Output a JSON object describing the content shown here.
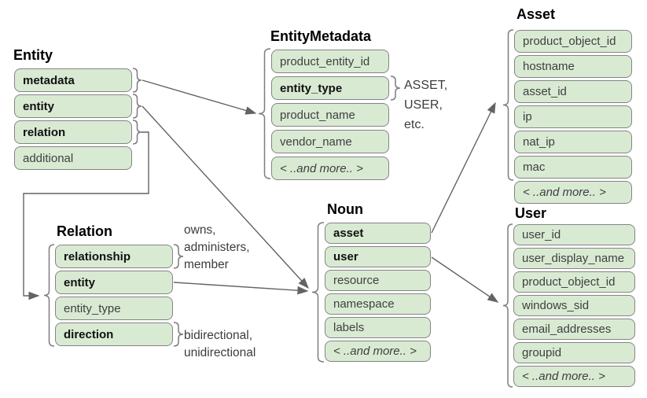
{
  "colors": {
    "row_fill": "#d9ead3",
    "row_border": "#848484",
    "connector": "#636363",
    "brace": "#7d7d7d",
    "title_text": "#000000",
    "row_text": "#3f3f3f",
    "bold_row_text": "#111111",
    "annotation_text": "#3c3c3c",
    "background": "#ffffff"
  },
  "boxes": {
    "entity": {
      "title": "Entity",
      "rows": [
        {
          "label": "metadata"
        },
        {
          "label": "entity"
        },
        {
          "label": "relation"
        },
        {
          "label": "additional"
        }
      ]
    },
    "entity_metadata": {
      "title": "EntityMetadata",
      "rows": [
        {
          "label": "product_entity_id"
        },
        {
          "label": "entity_type"
        },
        {
          "label": "product_name"
        },
        {
          "label": "vendor_name"
        },
        {
          "label": "< ..and more.. >"
        }
      ]
    },
    "noun": {
      "title": "Noun",
      "rows": [
        {
          "label": "asset"
        },
        {
          "label": "user"
        },
        {
          "label": "resource"
        },
        {
          "label": "namespace"
        },
        {
          "label": "labels"
        },
        {
          "label": "< ..and more.. >"
        }
      ]
    },
    "relation": {
      "title": "Relation",
      "rows": [
        {
          "label": "relationship"
        },
        {
          "label": "entity"
        },
        {
          "label": "entity_type"
        },
        {
          "label": "direction"
        }
      ]
    },
    "asset": {
      "title": "Asset",
      "rows": [
        {
          "label": "product_object_id"
        },
        {
          "label": "hostname"
        },
        {
          "label": "asset_id"
        },
        {
          "label": "ip"
        },
        {
          "label": "nat_ip"
        },
        {
          "label": "mac"
        },
        {
          "label": "< ..and more.. >"
        }
      ]
    },
    "user": {
      "title": "User",
      "rows": [
        {
          "label": "user_id"
        },
        {
          "label": "user_display_name"
        },
        {
          "label": "product_object_id"
        },
        {
          "label": "windows_sid"
        },
        {
          "label": "email_addresses"
        },
        {
          "label": "groupid"
        },
        {
          "label": "< ..and more.. >"
        }
      ]
    }
  },
  "annotations": {
    "entity_type_examples": {
      "lines": [
        "ASSET,",
        "USER,",
        "etc."
      ]
    },
    "relationship_examples": {
      "lines": [
        "owns,",
        "administers,",
        "member"
      ]
    },
    "direction_examples": {
      "lines": [
        "bidirectional,",
        "unidirectional"
      ]
    }
  }
}
